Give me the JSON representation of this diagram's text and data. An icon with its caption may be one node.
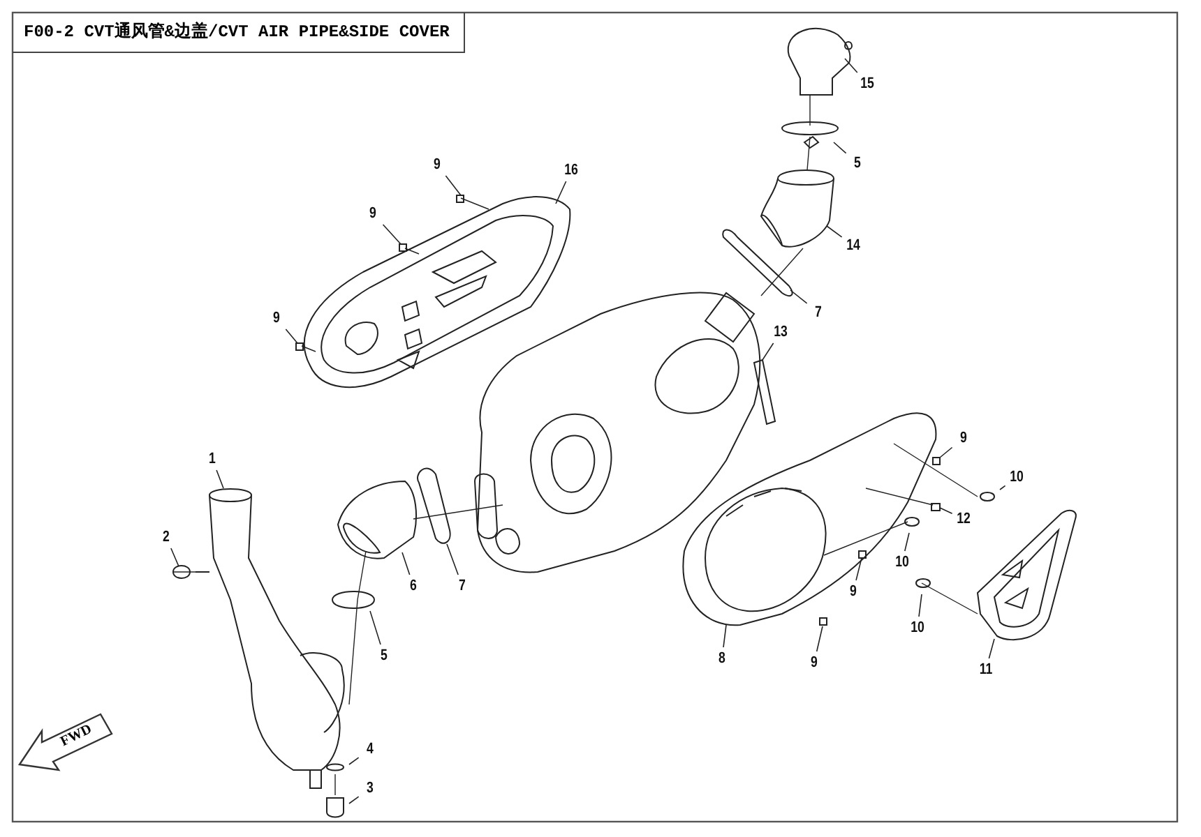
{
  "diagram": {
    "title": "F00-2 CVT通风管&边盖/CVT AIR PIPE&SIDE COVER",
    "nodes": [
      {
        "text": [
          "9"
        ]
      },
      {
        "text": [
          "16"
        ]
      },
      {
        "text": [
          "15"
        ]
      },
      {
        "text": [
          "5"
        ]
      },
      {
        "text": [
          "9"
        ]
      },
      {
        "text": [
          "14"
        ]
      },
      {
        "text": [
          "9"
        ]
      },
      {
        "text": [
          "7"
        ]
      },
      {
        "text": [
          "13"
        ]
      },
      {
        "text": [
          "1"
        ]
      },
      {
        "text": [
          "9"
        ]
      },
      {
        "text": [
          "10"
        ]
      },
      {
        "text": [
          "12"
        ]
      },
      {
        "text": [
          "2"
        ]
      },
      {
        "text": [
          "6"
        ]
      },
      {
        "text": [
          "7"
        ]
      },
      {
        "text": [
          "9"
        ]
      },
      {
        "text": [
          "10"
        ]
      },
      {
        "text": [
          "5"
        ]
      },
      {
        "text": [
          "10"
        ]
      },
      {
        "text": [
          "8"
        ]
      },
      {
        "text": [
          "9"
        ]
      },
      {
        "text": [
          "11"
        ]
      },
      {
        "text": [
          "4"
        ]
      },
      {
        "text": [
          "3"
        ]
      }
    ],
    "edges": [
      {
        "from": 0,
        "to": null,
        "arrow": "none"
      },
      {
        "from": 1,
        "to": null,
        "arrow": "none"
      },
      {
        "from": 2,
        "to": null,
        "arrow": "none"
      },
      {
        "from": 3,
        "to": null,
        "arrow": "none"
      },
      {
        "from": 4,
        "to": null,
        "arrow": "none"
      },
      {
        "from": 5,
        "to": null,
        "arrow": "none"
      },
      {
        "from": 6,
        "to": null,
        "arrow": "none"
      },
      {
        "from": 7,
        "to": null,
        "arrow": "none"
      },
      {
        "from": 8,
        "to": null,
        "arrow": "none"
      },
      {
        "from": 9,
        "to": null,
        "arrow": "none"
      },
      {
        "from": 10,
        "to": null,
        "arrow": "none"
      },
      {
        "from": 11,
        "to": null,
        "arrow": "none"
      },
      {
        "from": 12,
        "to": null,
        "arrow": "none"
      },
      {
        "from": 13,
        "to": null,
        "arrow": "none"
      },
      {
        "from": 14,
        "to": null,
        "arrow": "none"
      },
      {
        "from": 15,
        "to": null,
        "arrow": "none"
      },
      {
        "from": 16,
        "to": null,
        "arrow": "none"
      },
      {
        "from": 17,
        "to": null,
        "arrow": "none"
      },
      {
        "from": 18,
        "to": null,
        "arrow": "none"
      },
      {
        "from": 19,
        "to": null,
        "arrow": "none"
      },
      {
        "from": 20,
        "to": null,
        "arrow": "none"
      },
      {
        "from": 21,
        "to": null,
        "arrow": "none"
      },
      {
        "from": 22,
        "to": null,
        "arrow": "none"
      },
      {
        "from": 23,
        "to": null,
        "arrow": "none"
      },
      {
        "from": 24,
        "to": null,
        "arrow": "none"
      }
    ],
    "labels": [
      "FWD"
    ]
  }
}
